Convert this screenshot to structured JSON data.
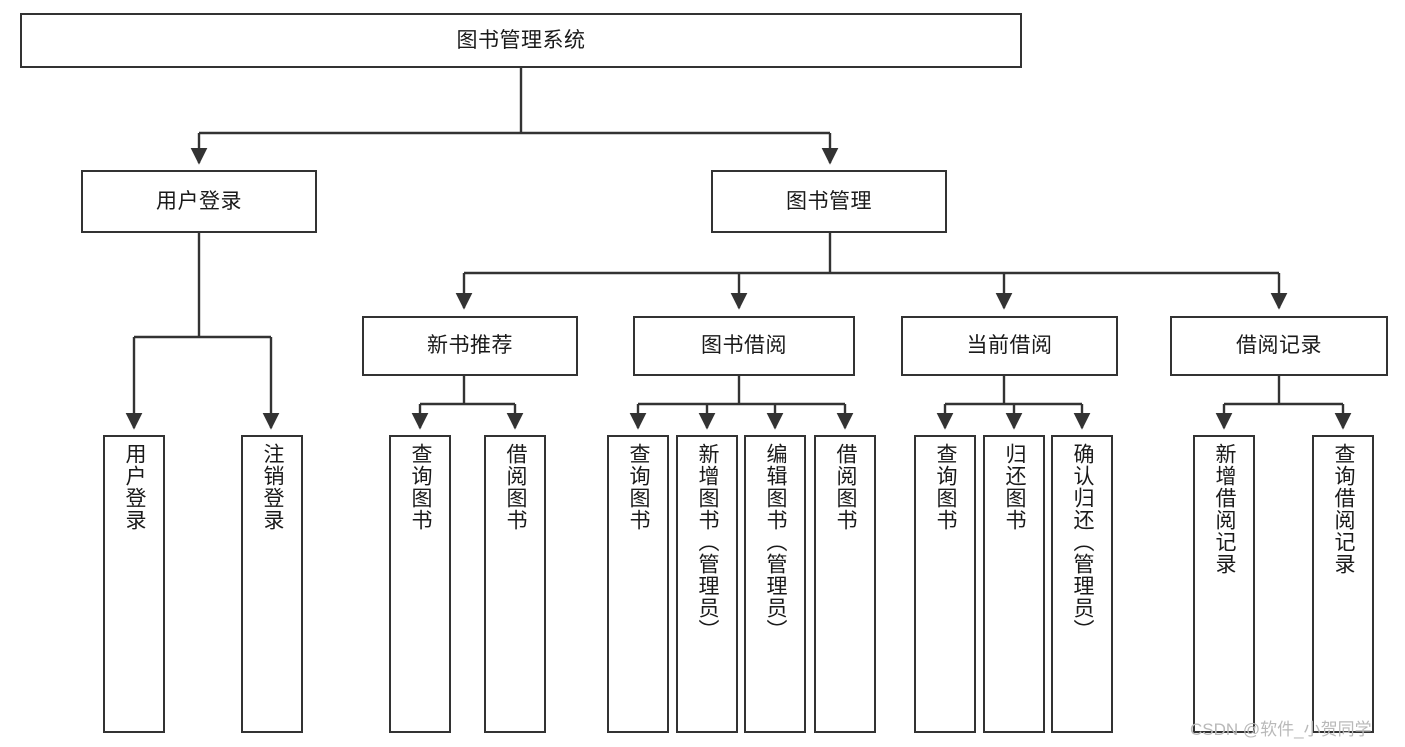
{
  "diagram": {
    "title": "图书管理系统",
    "type": "tree-hierarchy",
    "watermark": "CSDN @软件_小贺同学",
    "colors": {
      "stroke": "#333333",
      "fill": "#ffffff",
      "text": "#1a1a1a",
      "watermark": "#b9b9b9"
    },
    "levels": {
      "root": {
        "label": "图书管理系统"
      },
      "level2": [
        {
          "label": "用户登录"
        },
        {
          "label": "图书管理"
        }
      ],
      "level3": [
        {
          "label": "新书推荐"
        },
        {
          "label": "图书借阅"
        },
        {
          "label": "当前借阅"
        },
        {
          "label": "借阅记录"
        }
      ],
      "leaves": [
        {
          "label": "用户登录",
          "parent": "用户登录"
        },
        {
          "label": "注销登录",
          "parent": "用户登录"
        },
        {
          "label": "查询图书",
          "parent": "新书推荐"
        },
        {
          "label": "借阅图书",
          "parent": "新书推荐"
        },
        {
          "label": "查询图书",
          "parent": "图书借阅"
        },
        {
          "label": "新增图书（管理员）",
          "parent": "图书借阅"
        },
        {
          "label": "编辑图书（管理员）",
          "parent": "图书借阅"
        },
        {
          "label": "借阅图书",
          "parent": "图书借阅"
        },
        {
          "label": "查询图书",
          "parent": "当前借阅"
        },
        {
          "label": "归还图书",
          "parent": "当前借阅"
        },
        {
          "label": "确认归还（管理员）",
          "parent": "当前借阅"
        },
        {
          "label": "新增借阅记录",
          "parent": "借阅记录"
        },
        {
          "label": "查询借阅记录",
          "parent": "借阅记录"
        }
      ]
    }
  }
}
